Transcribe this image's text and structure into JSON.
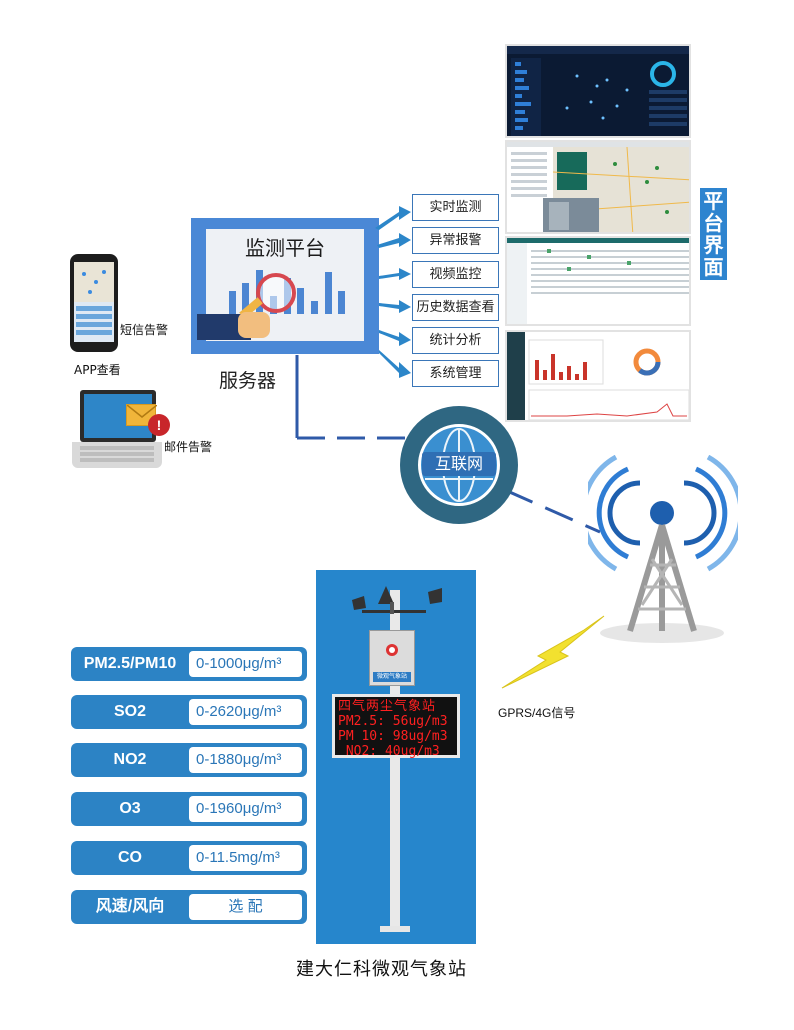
{
  "platform": {
    "title": "监测平台",
    "server_label": "服务器",
    "bars": [
      0.45,
      0.6,
      0.85,
      0.35,
      0.7,
      0.5,
      0.25,
      0.8,
      0.45
    ]
  },
  "features": [
    {
      "label": "实时监测"
    },
    {
      "label": "异常报警"
    },
    {
      "label": "视频监控"
    },
    {
      "label": "历史数据查看"
    },
    {
      "label": "统计分析"
    },
    {
      "label": "系统管理"
    }
  ],
  "platform_ui_label": "平台界面",
  "platform_ui_chars": [
    "平",
    "台",
    "界",
    "面"
  ],
  "internet": {
    "label": "互联网"
  },
  "clients": {
    "sms_label": "短信告警",
    "app_label": "APP查看",
    "email_label": "邮件告警",
    "alert_mark": "!"
  },
  "network": {
    "gprs_label": "GPRS/4G信号"
  },
  "station": {
    "title": "建大仁科微观气象站",
    "enclosure_text": "微观气象站",
    "led_lines": [
      "四气两尘气象站",
      "PM2.5: 56ug/m3",
      "PM 10: 98ug/m3",
      " NO2: 40ug/m3"
    ]
  },
  "sensor_ranges": [
    {
      "name": "PM2.5/PM10",
      "range": "0-1000μg/m³"
    },
    {
      "name": "SO2",
      "range": "0-2620μg/m³"
    },
    {
      "name": "NO2",
      "range": "0-1880μg/m³"
    },
    {
      "name": "O3",
      "range": "0-1960μg/m³"
    },
    {
      "name": "CO",
      "range": "0-11.5mg/m³"
    },
    {
      "name": "风速/风向",
      "range": "选 配"
    }
  ],
  "colors": {
    "board_blue": "#4a88d6",
    "label_blue": "#2c83c5",
    "led_red": "#ff2020",
    "globe_dark": "#2f6782",
    "signal_yellow": "#f2e12f"
  }
}
